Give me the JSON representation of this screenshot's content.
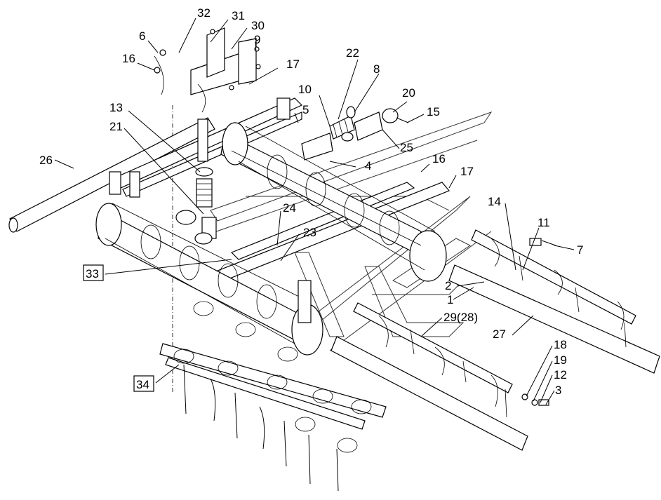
{
  "diagram": {
    "callouts": [
      {
        "id": "32",
        "text": "32"
      },
      {
        "id": "31",
        "text": "31"
      },
      {
        "id": "30",
        "text": "30"
      },
      {
        "id": "6",
        "text": "6"
      },
      {
        "id": "9",
        "text": "9"
      },
      {
        "id": "16a",
        "text": "16"
      },
      {
        "id": "17a",
        "text": "17"
      },
      {
        "id": "22",
        "text": "22"
      },
      {
        "id": "8",
        "text": "8"
      },
      {
        "id": "10",
        "text": "10"
      },
      {
        "id": "20",
        "text": "20"
      },
      {
        "id": "13",
        "text": "13"
      },
      {
        "id": "5",
        "text": "5"
      },
      {
        "id": "15",
        "text": "15"
      },
      {
        "id": "21",
        "text": "21"
      },
      {
        "id": "25",
        "text": "25"
      },
      {
        "id": "26",
        "text": "26"
      },
      {
        "id": "4",
        "text": "4"
      },
      {
        "id": "16b",
        "text": "16"
      },
      {
        "id": "17b",
        "text": "17"
      },
      {
        "id": "14",
        "text": "14"
      },
      {
        "id": "11",
        "text": "11"
      },
      {
        "id": "7",
        "text": "7"
      },
      {
        "id": "24",
        "text": "24"
      },
      {
        "id": "23",
        "text": "23"
      },
      {
        "id": "33",
        "text": "33"
      },
      {
        "id": "2",
        "text": "2"
      },
      {
        "id": "1",
        "text": "1"
      },
      {
        "id": "29",
        "text": "29(28)"
      },
      {
        "id": "27",
        "text": "27"
      },
      {
        "id": "18",
        "text": "18"
      },
      {
        "id": "19",
        "text": "19"
      },
      {
        "id": "12",
        "text": "12"
      },
      {
        "id": "3",
        "text": "3"
      },
      {
        "id": "34",
        "text": "34"
      }
    ]
  }
}
